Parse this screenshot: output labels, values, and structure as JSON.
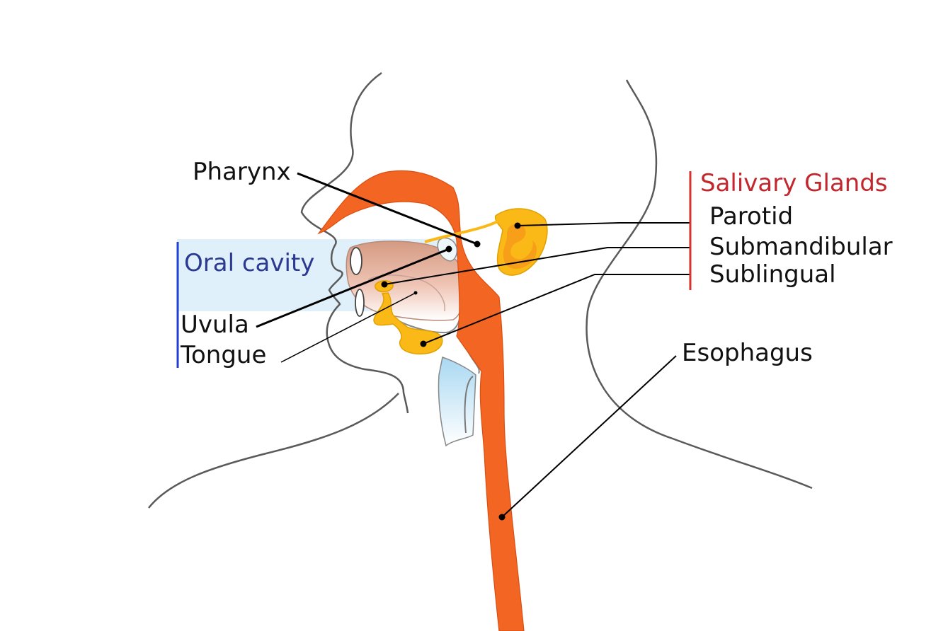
{
  "labels": {
    "pharynx": "Pharynx",
    "oral_cavity": "Oral cavity",
    "uvula": "Uvula",
    "tongue": "Tongue",
    "salivary_glands": "Salivary Glands",
    "parotid": "Parotid",
    "submandibular": "Submandibular",
    "sublingual": "Sublingual",
    "esophagus": "Esophagus"
  },
  "colors": {
    "digestive_tract": "#f26522",
    "gland": "#fbb917",
    "gland_dark": "#f7941d",
    "oral_cavity_box": "#dff0fb",
    "oral_cavity_bar": "#1f3fd6",
    "salivary_bar": "#d9312b",
    "tongue": "#c9917a",
    "trachea": "#b9e1f5"
  }
}
